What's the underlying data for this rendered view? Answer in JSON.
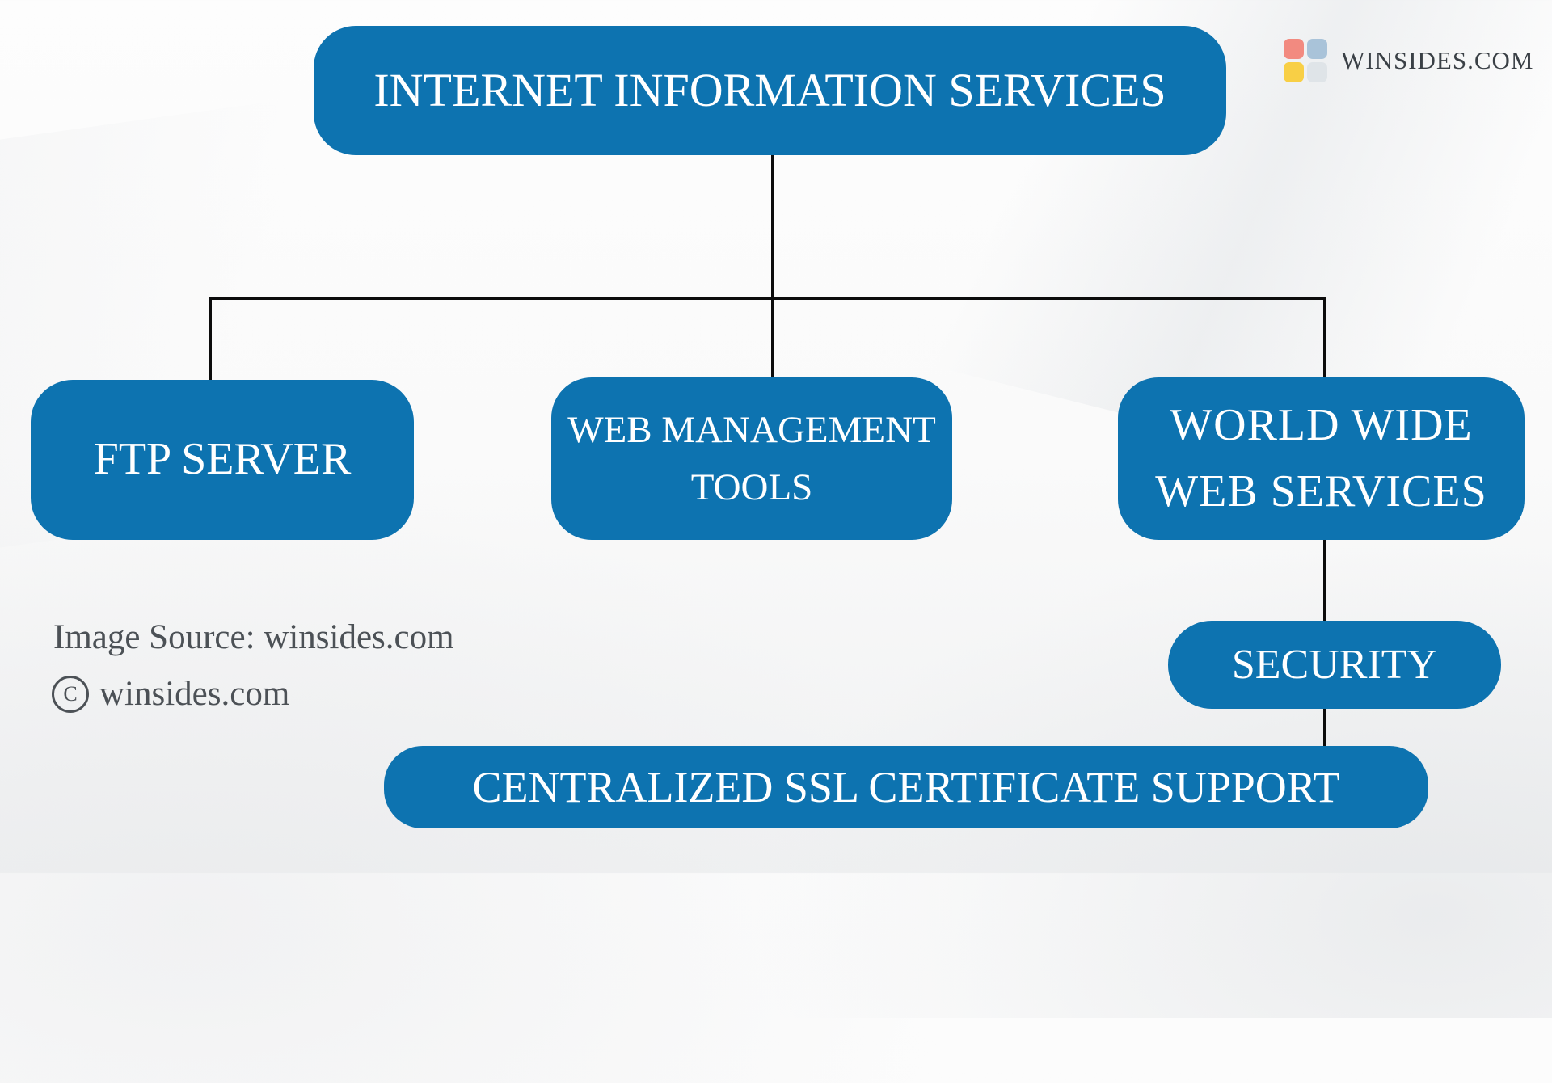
{
  "brand": {
    "name": "WINSIDES.COM",
    "logo_colors": {
      "top_left": "#f28a80",
      "top_right": "#a9c3d9",
      "bottom_left": "#f8cf45",
      "bottom_right": "#dfe4e8"
    }
  },
  "diagram": {
    "node_fill": "#0d73b0",
    "node_text_color": "#ffffff",
    "connector_color": "#0c0c0c",
    "nodes": {
      "root": {
        "label": "INTERNET INFORMATION SERVICES"
      },
      "ftp": {
        "label": "FTP SERVER"
      },
      "web_tools": {
        "label": "WEB MANAGEMENT\nTOOLS"
      },
      "www": {
        "label": "WORLD WIDE\nWEB SERVICES"
      },
      "security": {
        "label": "SECURITY"
      },
      "ssl": {
        "label": "CENTRALIZED SSL CERTIFICATE SUPPORT"
      }
    }
  },
  "attribution": {
    "source_line": "Image Source: winsides.com",
    "copyright_symbol": "C",
    "copyright_text": "winsides.com"
  }
}
